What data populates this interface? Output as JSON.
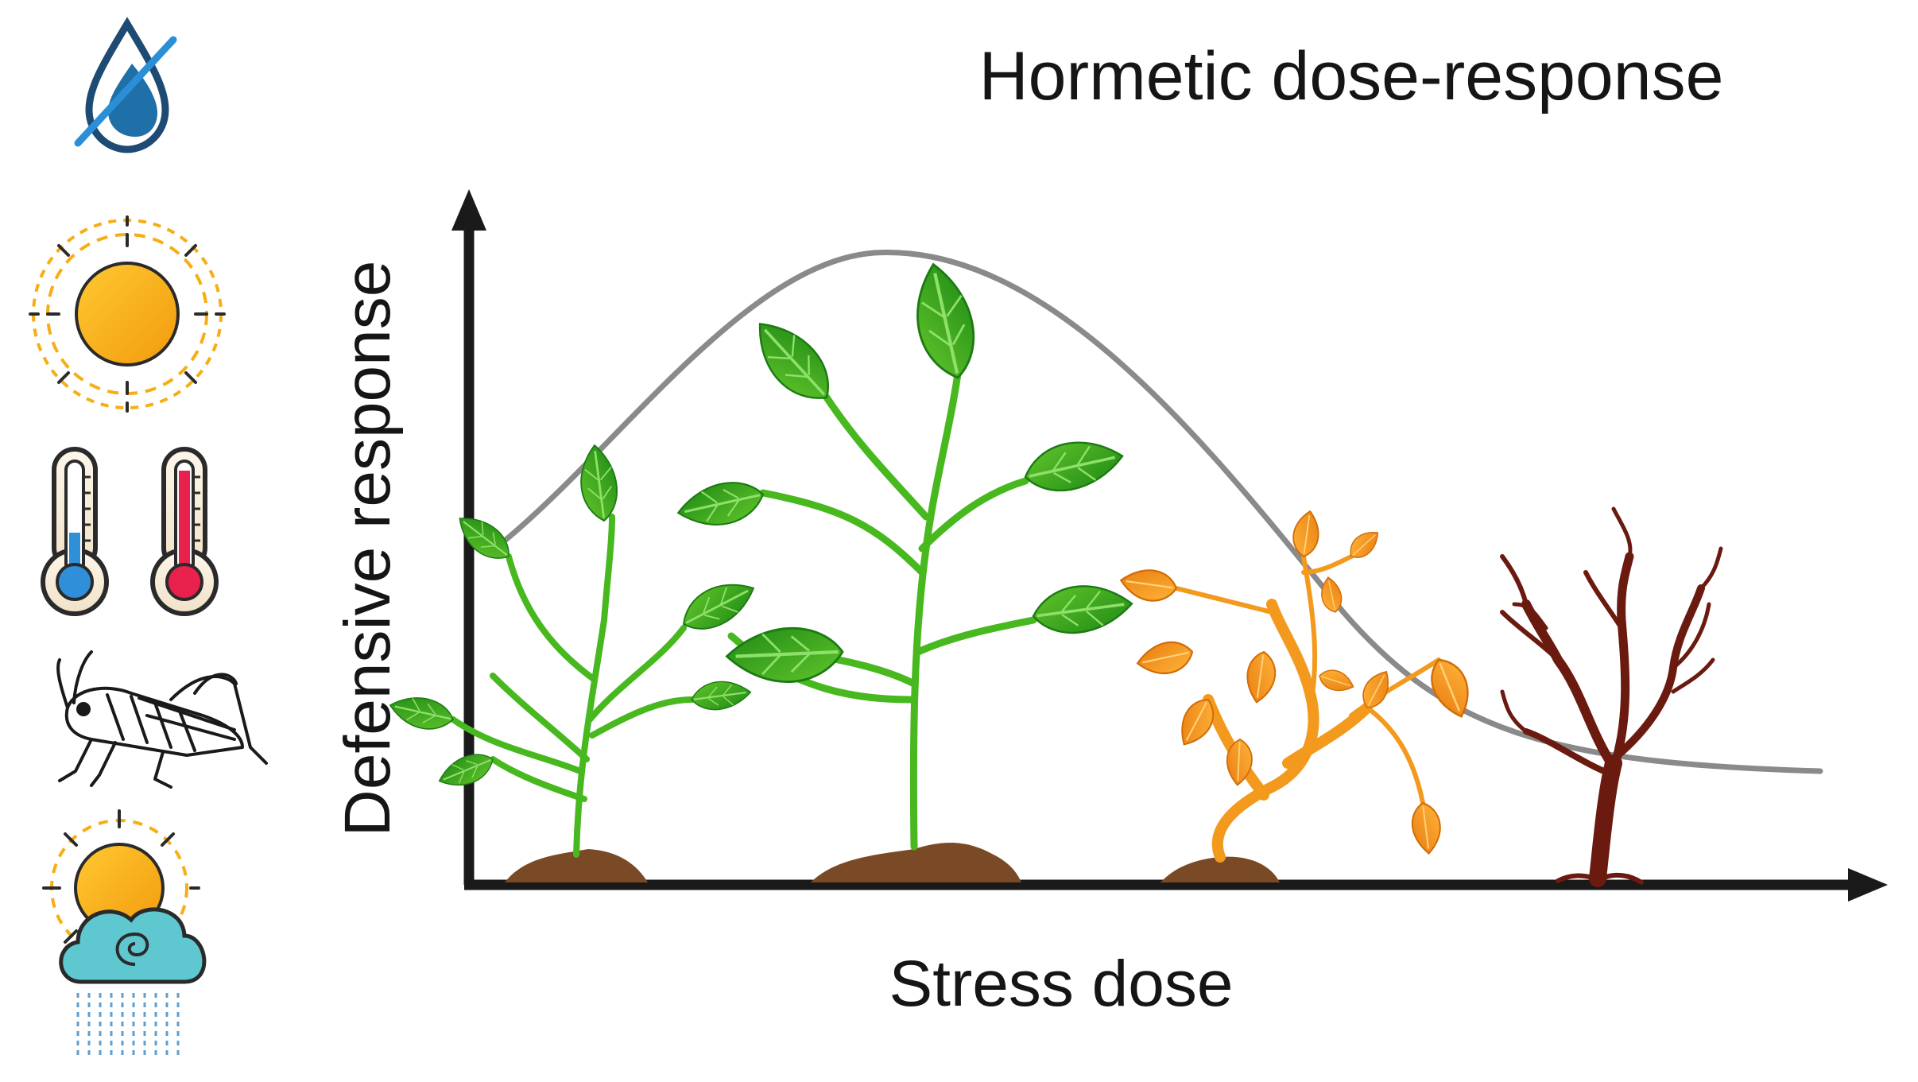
{
  "figure": {
    "title": "Hormetic dose-response",
    "y_axis_label": "Defensive response",
    "x_axis_label": "Stress dose"
  },
  "stressor_icons": [
    {
      "name": "drought-icon",
      "description_icon": "water-drop-crossed"
    },
    {
      "name": "sun-icon",
      "description_icon": "sun"
    },
    {
      "name": "thermometers-icon",
      "description_icon": "cold-and-hot-thermometers"
    },
    {
      "name": "grasshopper-icon",
      "description_icon": "insect"
    },
    {
      "name": "weather-icon",
      "description_icon": "sun-cloud-rain"
    }
  ],
  "plant_stages": [
    {
      "name": "healthy-small-plant",
      "state": "healthy",
      "color": "#3faa1f"
    },
    {
      "name": "healthy-large-plant",
      "state": "peak",
      "color": "#2f9e1a"
    },
    {
      "name": "stressed-plant",
      "state": "stressed",
      "color": "#f39a1e"
    },
    {
      "name": "dead-plant",
      "state": "dead",
      "color": "#6b1a10"
    }
  ],
  "colors": {
    "curve": "#8a8a8a",
    "axis": "#1a1a1a",
    "soil": "#7a4a26",
    "sun": "#f6ae14",
    "drop": "#1f5f8f",
    "cloud": "#5ec7cf"
  }
}
